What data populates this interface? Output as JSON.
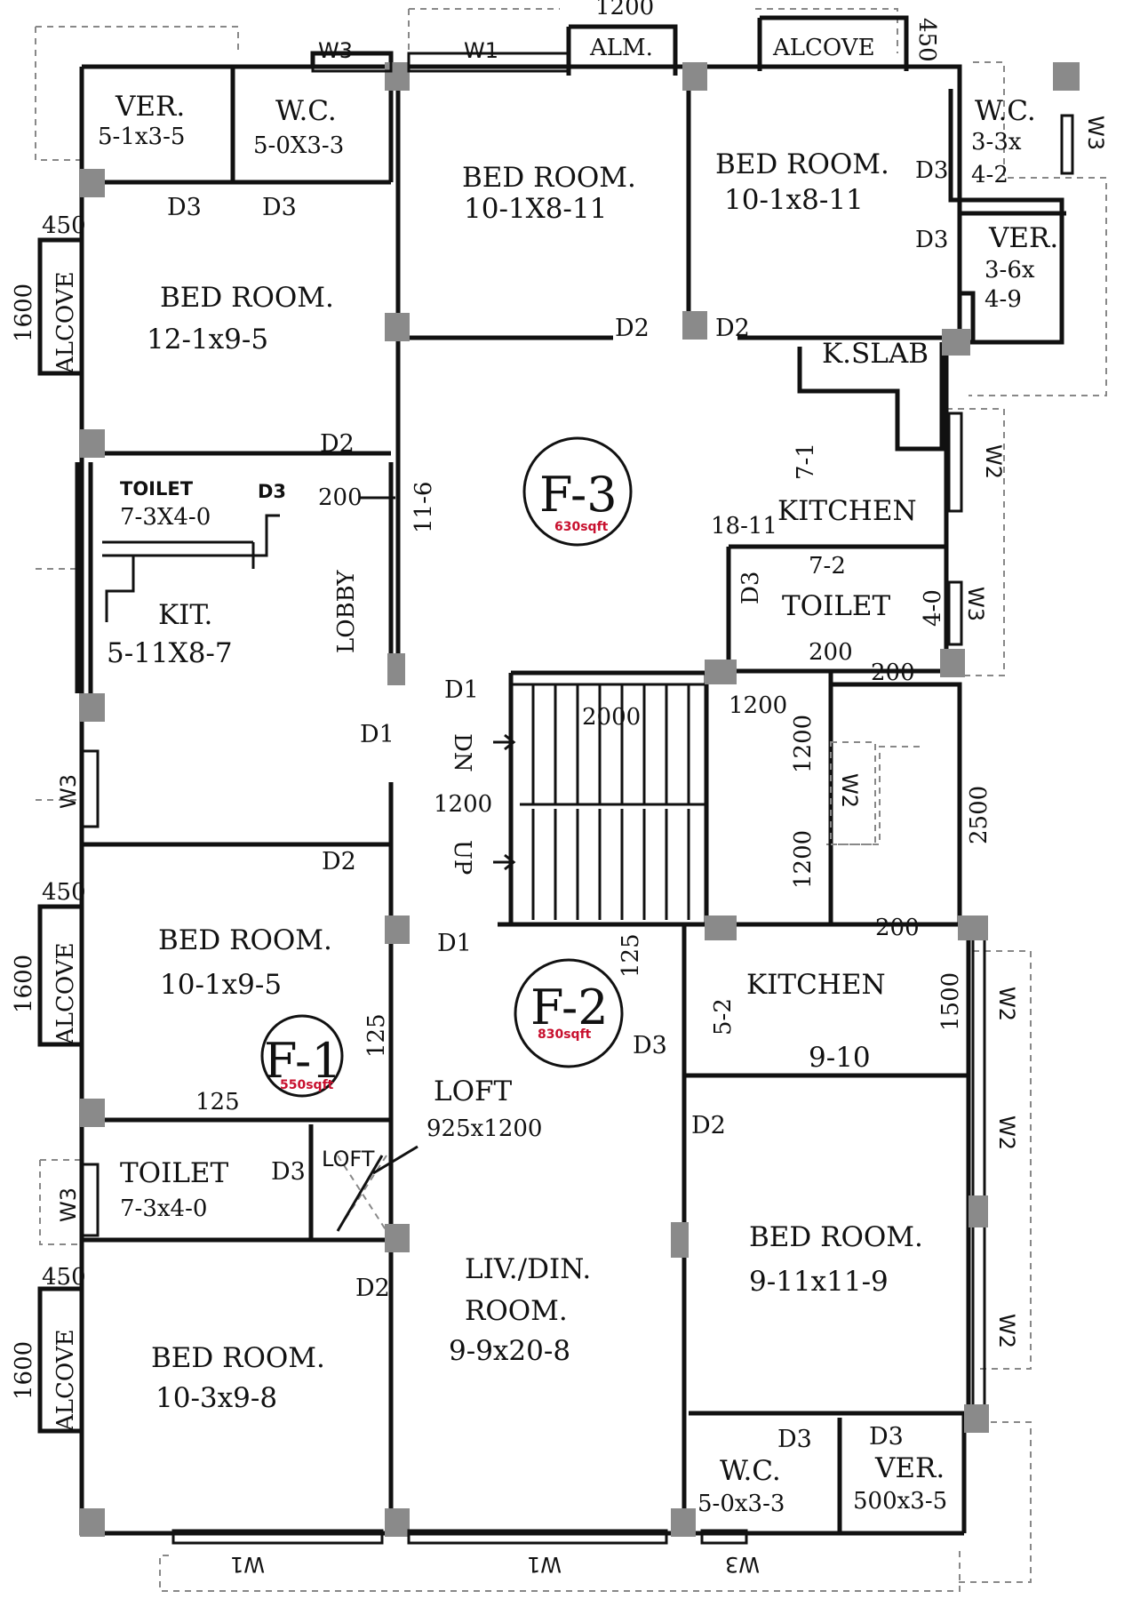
{
  "flats": [
    {
      "id": "F-1",
      "area": "550sqft"
    },
    {
      "id": "F-2",
      "area": "830sqft"
    },
    {
      "id": "F-3",
      "area": "630sqft"
    }
  ],
  "rooms": {
    "ver_tl": {
      "name": "VER.",
      "size": "5-1x3-5"
    },
    "wc_tl": {
      "name": "W.C.",
      "size": "5-0X3-3"
    },
    "bed_tm": {
      "name": "BED ROOM.",
      "size": "10-1X8-11"
    },
    "bed_tr": {
      "name": "BED ROOM.",
      "size": "10-1x8-11"
    },
    "wc_tr": {
      "name": "W.C.",
      "size_a": "3-3x",
      "size_b": "4-2"
    },
    "ver_tr": {
      "name": "VER.",
      "size_a": "3-6x",
      "size_b": "4-9"
    },
    "bed_l1": {
      "name": "BED ROOM.",
      "size": "12-1x9-5"
    },
    "kslab": {
      "name": "K.SLAB"
    },
    "kitchen_f3": {
      "name": "KITCHEN",
      "dim_a": "7-1",
      "dim_b": "18-11"
    },
    "toilet_f1": {
      "name": "TOILET",
      "size": "7-3X4-0"
    },
    "kit_f1": {
      "name": "KIT.",
      "size": "5-11X8-7"
    },
    "lobby": {
      "name": "LOBBY"
    },
    "toilet_f3": {
      "name": "TOILET",
      "dim_a": "7-2",
      "dim_b": "4-0"
    },
    "bed_l2": {
      "name": "BED ROOM.",
      "size": "10-1x9-5"
    },
    "kitchen_f2": {
      "name": "KITCHEN",
      "dim_a": "5-2",
      "size": "9-10",
      "dim_b": "1500"
    },
    "loft": {
      "name": "LOFT",
      "size": "925x1200",
      "small": "LOFT"
    },
    "toilet_l": {
      "name": "TOILET",
      "size": "7-3x4-0"
    },
    "bed_r2": {
      "name": "BED ROOM.",
      "size": "9-11x11-9"
    },
    "livdin": {
      "name_a": "LIV./DIN.",
      "name_b": "ROOM.",
      "size": "9-9x20-8"
    },
    "bed_l3": {
      "name": "BED ROOM.",
      "size": "10-3x9-8"
    },
    "wc_br": {
      "name": "W.C.",
      "size": "5-0x3-3"
    },
    "ver_br": {
      "name": "VER.",
      "size": "500x3-5"
    }
  },
  "alcoves": {
    "top_mid": "ALM.",
    "top_right": "ALCOVE",
    "left": "ALCOVE"
  },
  "stairs": {
    "down": "DN",
    "up": "UP",
    "width": "2000",
    "landing": "1200"
  },
  "doors": {
    "d1": "D1",
    "d2": "D2",
    "d3": "D3"
  },
  "windows": {
    "w1": "W1",
    "w2": "W2",
    "w3": "W3"
  },
  "dimensions": {
    "d450": "450",
    "d1600": "1600",
    "d1200": "1200",
    "d200": "200",
    "d125": "125",
    "d2500": "2500",
    "d11_6": "11-6"
  }
}
